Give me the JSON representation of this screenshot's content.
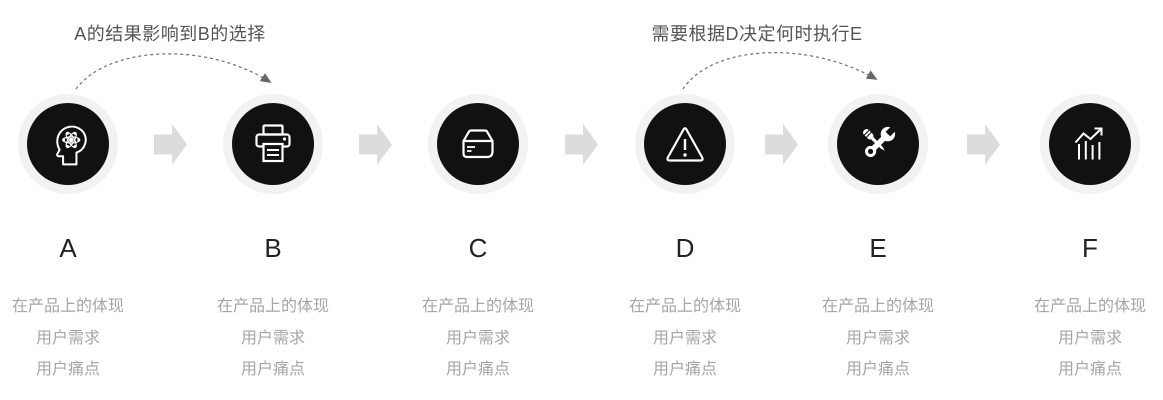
{
  "annotations": [
    {
      "text": "A的结果影响到B的选择"
    },
    {
      "text": "需要根据D决定何时执行E"
    }
  ],
  "stages": [
    {
      "letter": "A",
      "icon": "brain-head-icon",
      "lines": [
        "在产品上的体现",
        "用户需求",
        "用户痛点"
      ]
    },
    {
      "letter": "B",
      "icon": "printer-icon",
      "lines": [
        "在产品上的体现",
        "用户需求",
        "用户痛点"
      ]
    },
    {
      "letter": "C",
      "icon": "package-box-icon",
      "lines": [
        "在产品上的体现",
        "用户需求",
        "用户痛点"
      ]
    },
    {
      "letter": "D",
      "icon": "warning-triangle-icon",
      "lines": [
        "在产品上的体现",
        "用户需求",
        "用户痛点"
      ]
    },
    {
      "letter": "E",
      "icon": "tools-icon",
      "lines": [
        "在产品上的体现",
        "用户需求",
        "用户痛点"
      ]
    },
    {
      "letter": "F",
      "icon": "growth-chart-icon",
      "lines": [
        "在产品上的体现",
        "用户需求",
        "用户痛点"
      ]
    }
  ],
  "colors": {
    "disc": "#111111",
    "halo": "#f2f2f2",
    "flow_arrow": "#dcdcdc",
    "dashed_arrow": "#6e6e6e",
    "annotation_text": "#555555",
    "letter_text": "#222222",
    "detail_text": "#a6a6a6"
  }
}
